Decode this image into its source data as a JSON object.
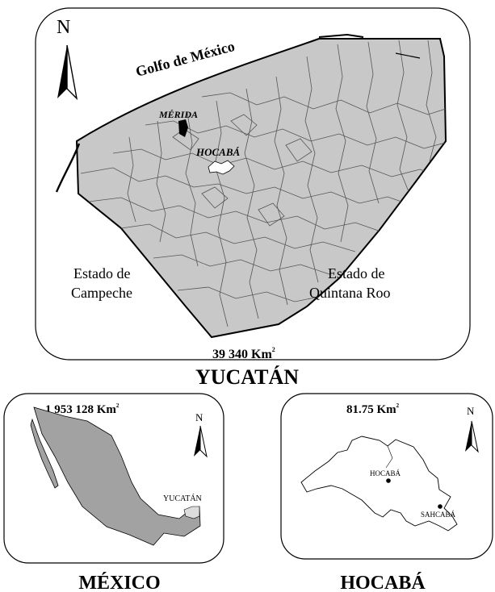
{
  "yucatan_panel": {
    "north_label": "N",
    "sea_label": "Golfo de México",
    "merida_label": "MÉRIDA",
    "hocaba_label": "HOCABÁ",
    "campeche_line1": "Estado de",
    "campeche_line2": "Campeche",
    "quintana_line1": "Estado de",
    "quintana_line2": "Quintana Roo",
    "area_value": "39 340 Km",
    "area_sup": "2",
    "title": "YUCATÁN"
  },
  "mexico_panel": {
    "area_value": "1 953 128 Km",
    "area_sup": "2",
    "north_label": "N",
    "yucatan_label": "YUCATÁN",
    "title": "MÉXICO"
  },
  "hocaba_panel": {
    "area_value": "81.75 Km",
    "area_sup": "2",
    "north_label": "N",
    "hocaba_label": "HOCABÁ",
    "sahcaba_label": "SAHCABÁ",
    "title": "HOCABÁ"
  },
  "colors": {
    "land_fill": "#c8c8c8",
    "mexico_fill": "#a2a2a2",
    "outline": "#000000",
    "municipio_lines": "#555555"
  }
}
